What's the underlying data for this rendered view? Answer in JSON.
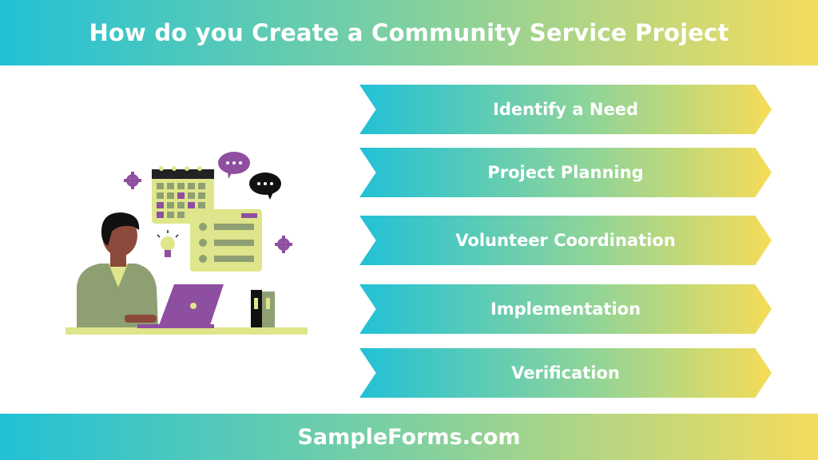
{
  "header": {
    "title": "How do you Create a Community Service Project"
  },
  "steps": [
    {
      "label": "Identify a Need"
    },
    {
      "label": "Project Planning"
    },
    {
      "label": "Volunteer Coordination"
    },
    {
      "label": "Implementation"
    },
    {
      "label": "Verification"
    }
  ],
  "footer": {
    "brand": "SampleForms.com"
  },
  "colors": {
    "gradient_start": "#22c1d6",
    "gradient_mid": "#8dd49a",
    "gradient_end": "#f4dc5e",
    "illustration_purple": "#8e4fa0",
    "illustration_yellow_green": "#dfe58a",
    "illustration_olive": "#8ea072"
  }
}
